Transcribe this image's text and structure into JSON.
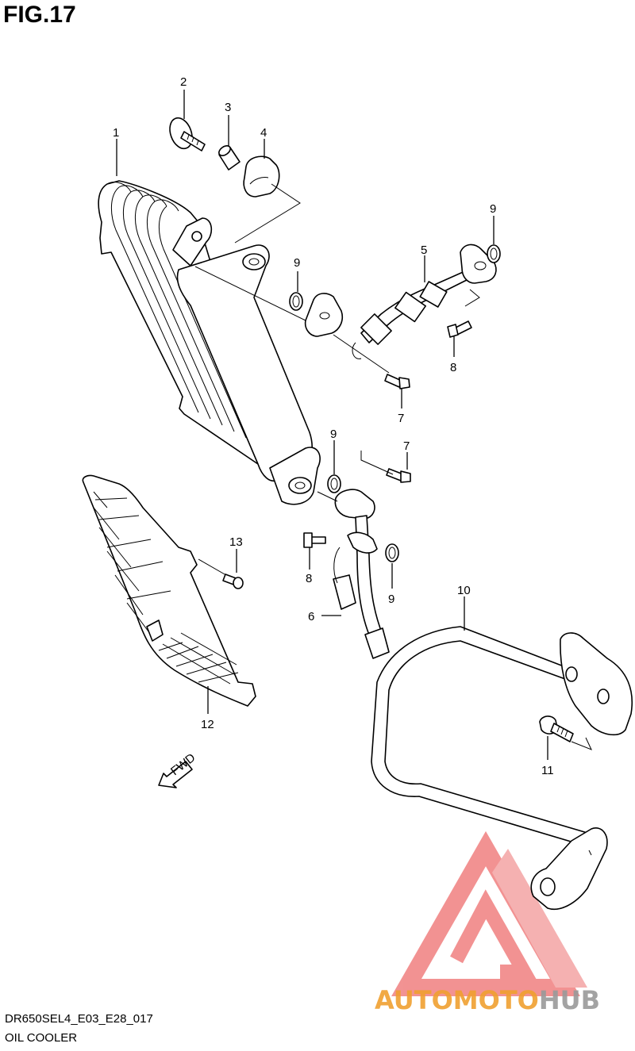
{
  "figure": {
    "title": "FIG.17",
    "diagram_code": "DR650SEL4_E03_E28_017",
    "caption": "OIL COOLER",
    "fwd_label": "FWD"
  },
  "callouts": [
    {
      "id": "c1",
      "label": "1"
    },
    {
      "id": "c2",
      "label": "2"
    },
    {
      "id": "c3",
      "label": "3"
    },
    {
      "id": "c4",
      "label": "4"
    },
    {
      "id": "c5",
      "label": "5"
    },
    {
      "id": "c6",
      "label": "6"
    },
    {
      "id": "c7a",
      "label": "7"
    },
    {
      "id": "c7b",
      "label": "7"
    },
    {
      "id": "c8a",
      "label": "8"
    },
    {
      "id": "c8b",
      "label": "8"
    },
    {
      "id": "c9a",
      "label": "9"
    },
    {
      "id": "c9b",
      "label": "9"
    },
    {
      "id": "c9c",
      "label": "9"
    },
    {
      "id": "c9d",
      "label": "9"
    },
    {
      "id": "c10",
      "label": "10"
    },
    {
      "id": "c11",
      "label": "11"
    },
    {
      "id": "c12",
      "label": "12"
    },
    {
      "id": "c13",
      "label": "13"
    }
  ],
  "watermark": {
    "text_part1": "AUTOMOTO",
    "text_part2": "HUB",
    "color_primary": "#f0a030",
    "color_secondary": "#9a9a9a",
    "logo_color": "#f08080"
  }
}
